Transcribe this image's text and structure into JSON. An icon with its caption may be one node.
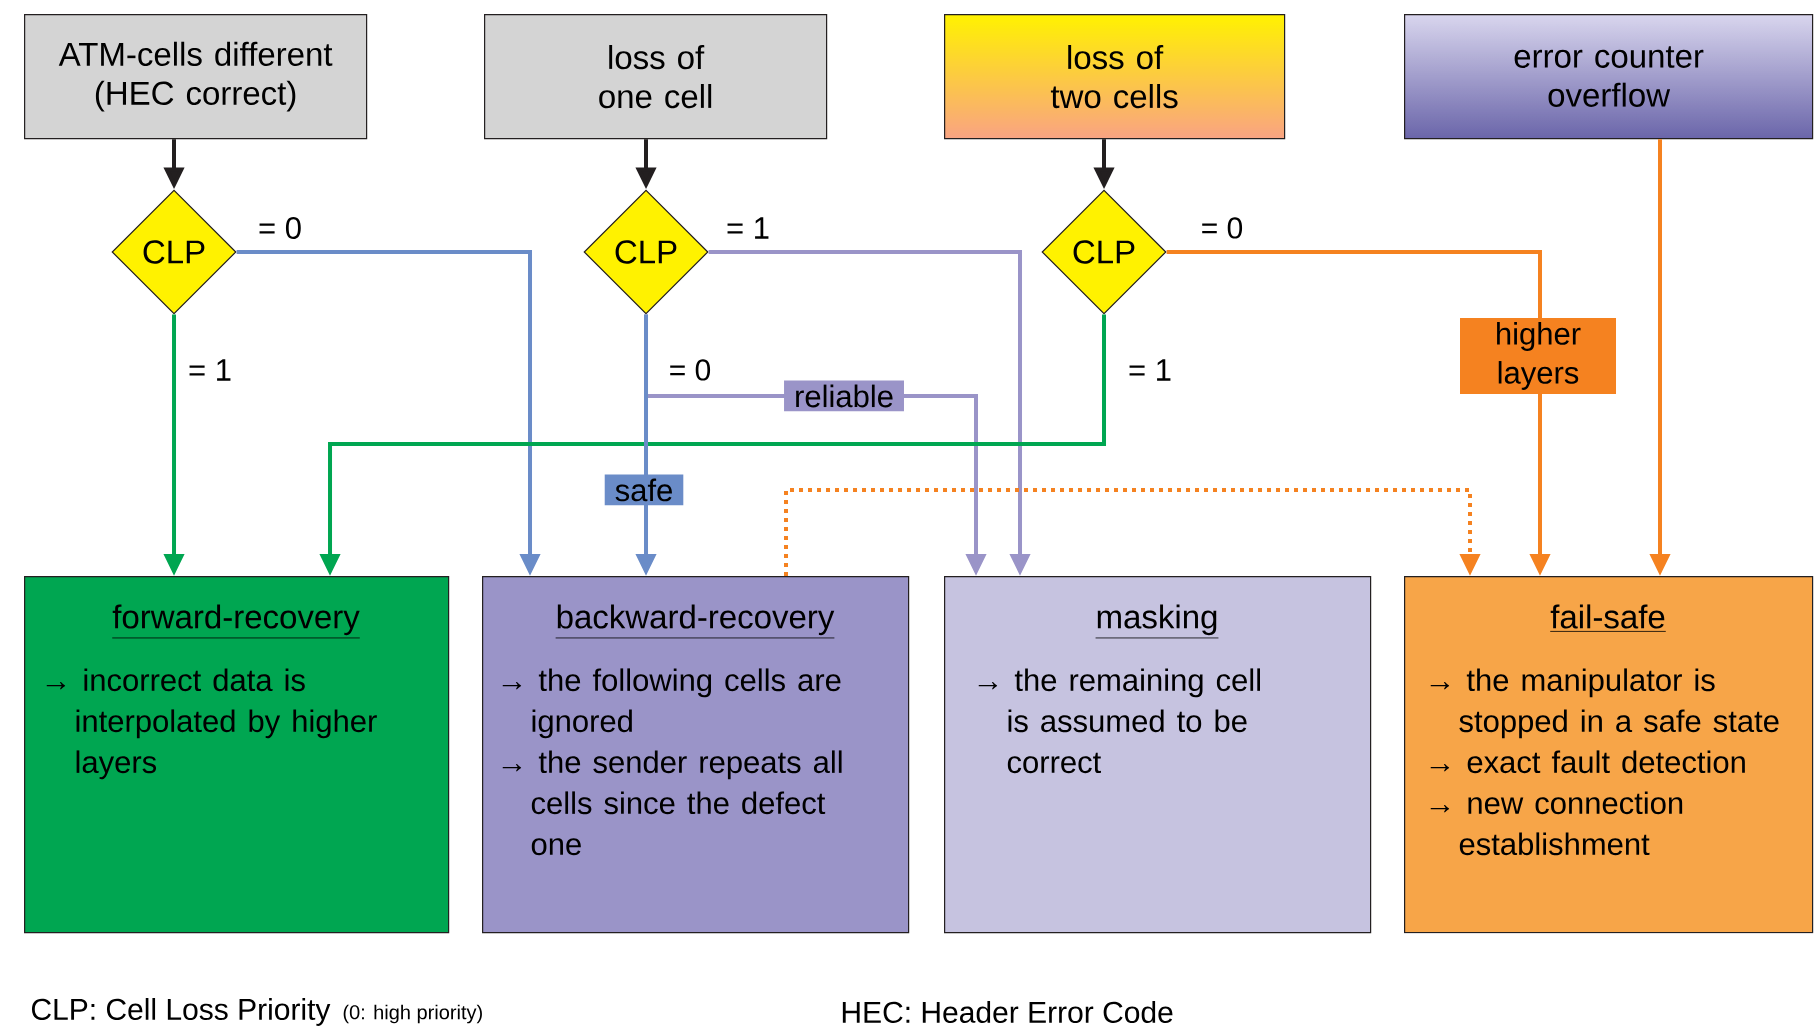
{
  "diagram": {
    "nodes": [
      {
        "text": [
          "ATM-cells different (HEC correct)"
        ]
      },
      {
        "text": [
          "loss of one cell"
        ]
      },
      {
        "text": [
          "loss of two cells"
        ]
      },
      {
        "text": [
          "error counter overflow"
        ]
      },
      {
        "text": [
          "CLP"
        ]
      },
      {
        "text": [
          "CLP"
        ]
      },
      {
        "text": [
          "CLP"
        ]
      },
      {
        "text": [
          "forward-recovery",
          "→ incorrect data is interpolated by higher layers"
        ]
      },
      {
        "text": [
          "backward-recovery",
          "→ the following cells are ignored",
          "→ the sender repeats all cells since the defect one"
        ]
      },
      {
        "text": [
          "masking",
          "→ the remaining cell is assumed to be correct"
        ]
      },
      {
        "text": [
          "fail-safe",
          "→ the manipulator is stopped in a safe state",
          "→ exact fault detection",
          "→ new connection establishment"
        ]
      }
    ],
    "edges": [
      {
        "from": 0,
        "to": 4,
        "arrow": "to"
      },
      {
        "from": 1,
        "to": 5,
        "arrow": "to"
      },
      {
        "from": 2,
        "to": 6,
        "arrow": "to"
      },
      {
        "from": 3,
        "to": 10,
        "arrow": "to",
        "color": "#f58220"
      },
      {
        "from": 4,
        "to": 8,
        "arrow": "to",
        "label": "= 0",
        "color": "#6a8cc8"
      },
      {
        "from": 5,
        "to": 9,
        "arrow": "to",
        "label": "= 1",
        "color": "#9a94c8"
      },
      {
        "from": 6,
        "to": 10,
        "arrow": "to",
        "label": "higher layers",
        "color": "#f58220"
      },
      {
        "from": 4,
        "to": 7,
        "arrow": "to",
        "label": "= 1",
        "color": "#00a651"
      },
      {
        "from": 5,
        "to": 9,
        "arrow": "to",
        "label": "reliable",
        "color": "#9a94c8"
      },
      {
        "from": 6,
        "to": 7,
        "arrow": "to",
        "label": "= 1",
        "color": "#00a651"
      },
      {
        "from": 5,
        "to": 8,
        "arrow": "to",
        "label": "safe",
        "color": "#6a8cc8"
      },
      {
        "from": 8,
        "to": 10,
        "arrow": "to",
        "style": "dashed",
        "color": "#f58220"
      }
    ],
    "labels": [
      "= 0",
      "= 0",
      "CLP: Cell Loss Priority",
      "(0: high priority)",
      "HEC: Header Error Code"
    ]
  }
}
